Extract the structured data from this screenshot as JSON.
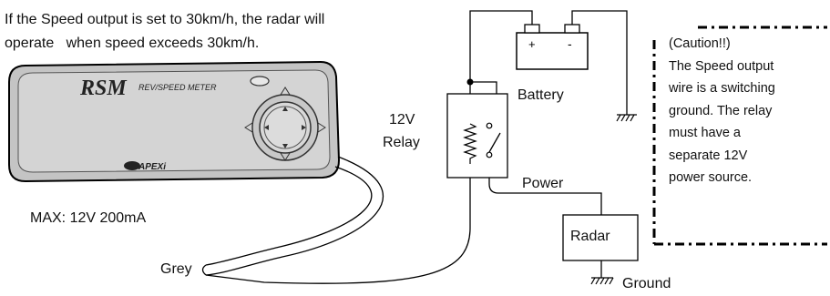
{
  "intro": {
    "line1": "If the Speed output is set to 30km/h, the radar will",
    "line2": "operate   when speed exceeds 30km/h."
  },
  "meter": {
    "logo": "RSM",
    "subtitle": "REV/SPEED METER",
    "brand": "APEXi",
    "max_rating": "MAX: 12V 200mA"
  },
  "labels": {
    "battery": "Battery",
    "battery_plus": "+",
    "battery_minus": "-",
    "relay_line1": "12V",
    "relay_line2": "Relay",
    "power": "Power",
    "radar": "Radar",
    "grey": "Grey",
    "ground": "Ground"
  },
  "caution": {
    "lines": [
      "(Caution!!)",
      "The Speed output",
      "wire is a switching",
      "ground. The relay",
      "must have a",
      "separate 12V",
      "power source."
    ]
  }
}
